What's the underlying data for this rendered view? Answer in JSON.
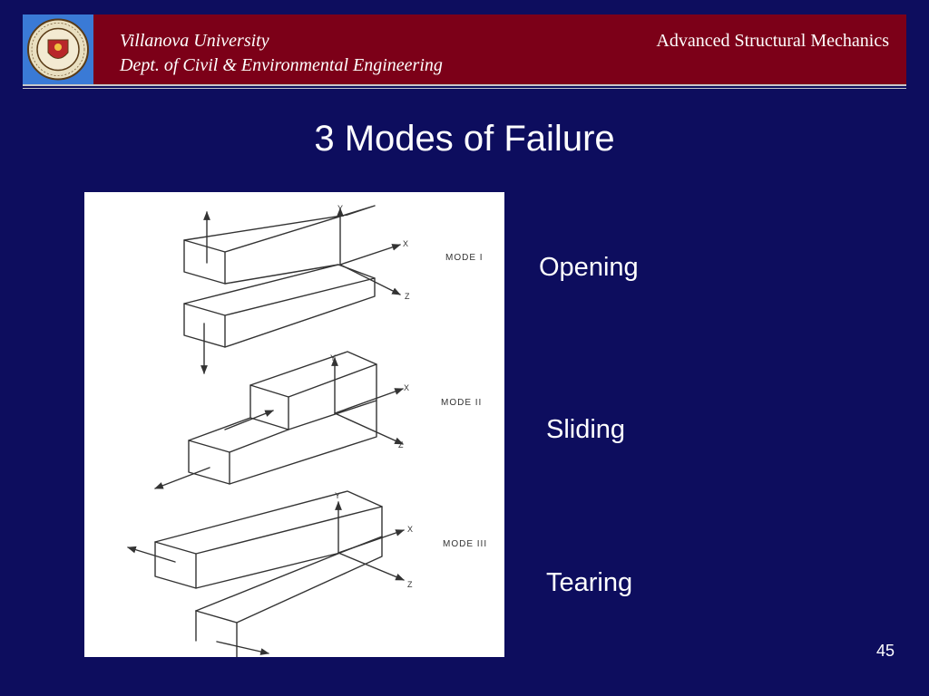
{
  "header": {
    "university": "Villanova University",
    "department": "Dept. of Civil & Environmental Engineering",
    "course": "Advanced Structural Mechanics",
    "seal_text": "UNIVERSITAS VILLANOVANA IN STATU PENNSYLVANIAE"
  },
  "slide": {
    "title": "3 Modes of Failure",
    "slide_number": "45"
  },
  "figure": {
    "mode_tags": [
      "MODE I",
      "MODE II",
      "MODE III"
    ],
    "axis_labels": {
      "x": "X",
      "y": "Y",
      "z": "Z"
    }
  },
  "modes": [
    {
      "label": "Opening"
    },
    {
      "label": "Sliding"
    },
    {
      "label": "Tearing"
    }
  ],
  "colors": {
    "background": "#0d0d5e",
    "header_band": "#7c0018",
    "logo_bg": "#3a7ad6",
    "text": "#ffffff"
  }
}
